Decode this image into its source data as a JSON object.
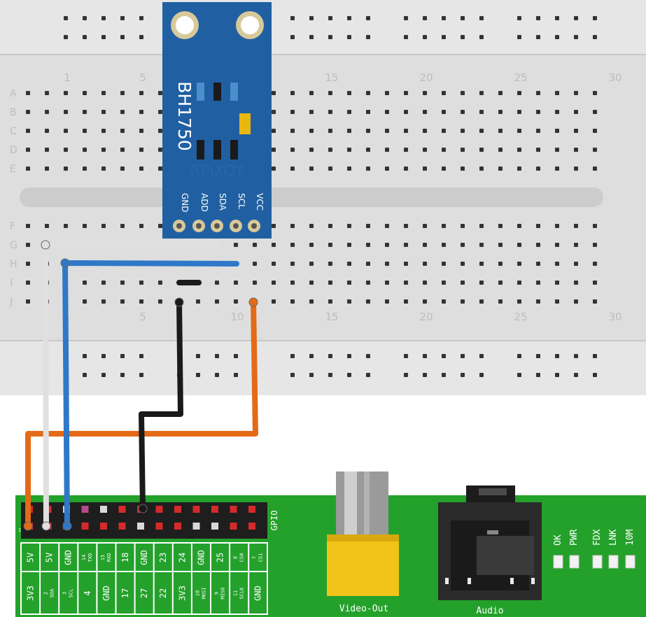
{
  "breadboard": {
    "row_labels_top": [
      "A",
      "B",
      "C",
      "D",
      "E"
    ],
    "row_labels_bottom": [
      "F",
      "G",
      "H",
      "I",
      "J"
    ],
    "column_numbers": [
      "1",
      "5",
      "10",
      "15",
      "20",
      "25",
      "30"
    ]
  },
  "sensor": {
    "title": "BH1750",
    "watermark": "RPiXOY",
    "pins": [
      "GND",
      "ADD",
      "SDA",
      "SCL",
      "VCC"
    ]
  },
  "raspberry_pi": {
    "gpio_label": "GPIO",
    "pin_one_marker": "1",
    "header_top_row": [
      {
        "main": "5V",
        "sub": ""
      },
      {
        "main": "5V",
        "sub": ""
      },
      {
        "main": "GND",
        "sub": ""
      },
      {
        "main": "14",
        "sub": "TXD"
      },
      {
        "main": "15",
        "sub": "RXD"
      },
      {
        "main": "18",
        "sub": ""
      },
      {
        "main": "GND",
        "sub": ""
      },
      {
        "main": "23",
        "sub": ""
      },
      {
        "main": "24",
        "sub": ""
      },
      {
        "main": "GND",
        "sub": ""
      },
      {
        "main": "25",
        "sub": ""
      },
      {
        "main": "8",
        "sub": "CS0"
      },
      {
        "main": "7",
        "sub": "CS1"
      }
    ],
    "header_bottom_row": [
      {
        "main": "3V3",
        "sub": ""
      },
      {
        "main": "2",
        "sub": "SDA"
      },
      {
        "main": "3",
        "sub": "SCL"
      },
      {
        "main": "4",
        "sub": ""
      },
      {
        "main": "GND",
        "sub": ""
      },
      {
        "main": "17",
        "sub": ""
      },
      {
        "main": "27",
        "sub": ""
      },
      {
        "main": "22",
        "sub": ""
      },
      {
        "main": "3V3",
        "sub": ""
      },
      {
        "main": "10",
        "sub": "MOSI"
      },
      {
        "main": "9",
        "sub": "MISO"
      },
      {
        "main": "11",
        "sub": "SCLK"
      },
      {
        "main": "GND",
        "sub": ""
      }
    ],
    "video_label": "Video-Out",
    "audio_label": "Audio",
    "leds": [
      "OK",
      "PWR",
      "FDX",
      "LNK",
      "10M"
    ]
  },
  "wire_colors": {
    "vcc": "#e36a17",
    "sda": "#e0e0e0",
    "scl": "#2f78c8",
    "gnd": "#1a1a1a"
  }
}
